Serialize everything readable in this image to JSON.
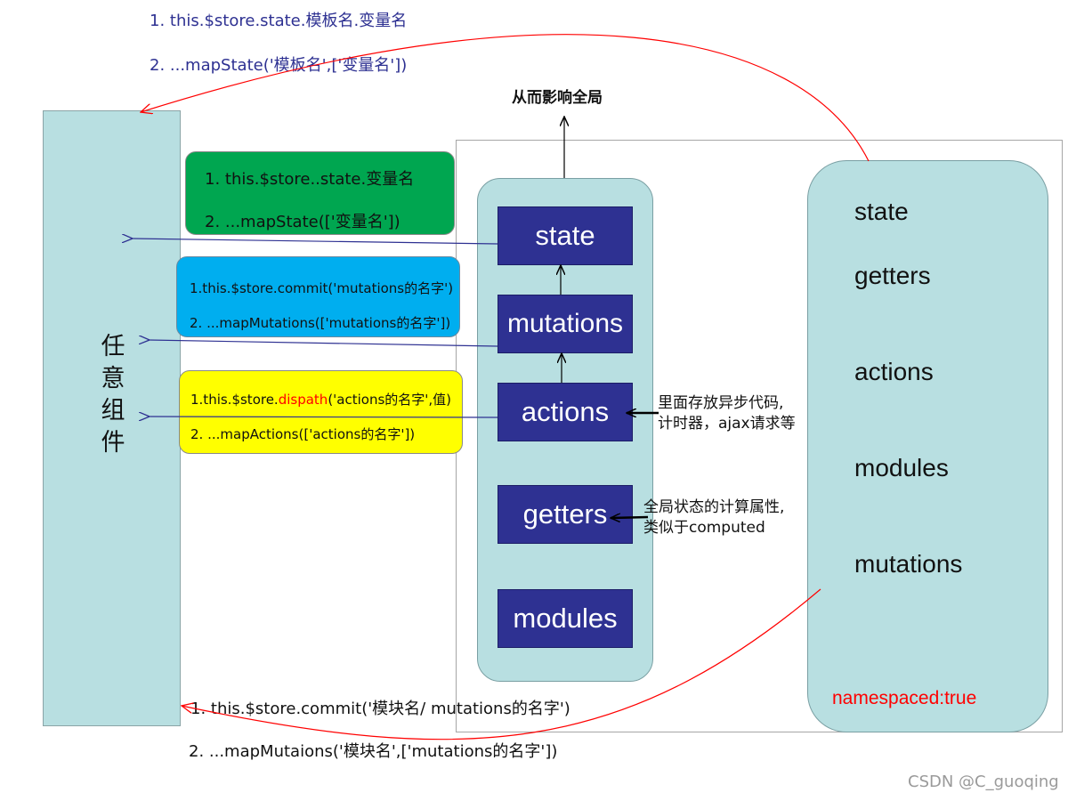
{
  "top_notes": {
    "line1": "1. this.$store.state.模板名.变量名",
    "line2": "2. ...mapState('模板名',['变量名'])"
  },
  "component_label": "任意组件",
  "global_effect": "从而影响全局",
  "core": {
    "state": "state",
    "mutations": "mutations",
    "actions": "actions",
    "getters": "getters",
    "modules": "modules"
  },
  "state_box": {
    "line1": "1. this.$store..state.变量名",
    "line2": "2. ...mapState(['变量名'])"
  },
  "mutations_box": {
    "line1": "1.this.$store.commit('mutations的名字')",
    "line2": "2. ...mapMutations(['mutations的名字'])"
  },
  "actions_box": {
    "line1_prefix": "1.this.$store.",
    "line1_method": "dispath",
    "line1_suffix": "('actions的名字',值)",
    "line2": "2. ...mapActions(['actions的名字'])"
  },
  "actions_note": {
    "line1": "里面存放异步代码,",
    "line2": "计时器，ajax请求等"
  },
  "getters_note": {
    "line1": "全局状态的计算属性,",
    "line2": "类似于computed"
  },
  "module_items": [
    "state",
    "getters",
    "actions",
    "modules",
    "mutations"
  ],
  "namespaced": "namespaced:true",
  "bottom_notes": {
    "line1": "1. this.$store.commit('模块名/ mutations的名字')",
    "line2": "2. ...mapMutaions('模块名',['mutations的名字'])"
  },
  "watermark": "CSDN @C_guoqing",
  "colors": {
    "panel_fill": "#b8dfe1",
    "core_box": "#2e3192",
    "state_box": "#00a650",
    "mutations_box": "#00aeef",
    "actions_box": "#ffff00",
    "link_arrow": "#2e3192",
    "module_arrow": "#ff0000"
  }
}
